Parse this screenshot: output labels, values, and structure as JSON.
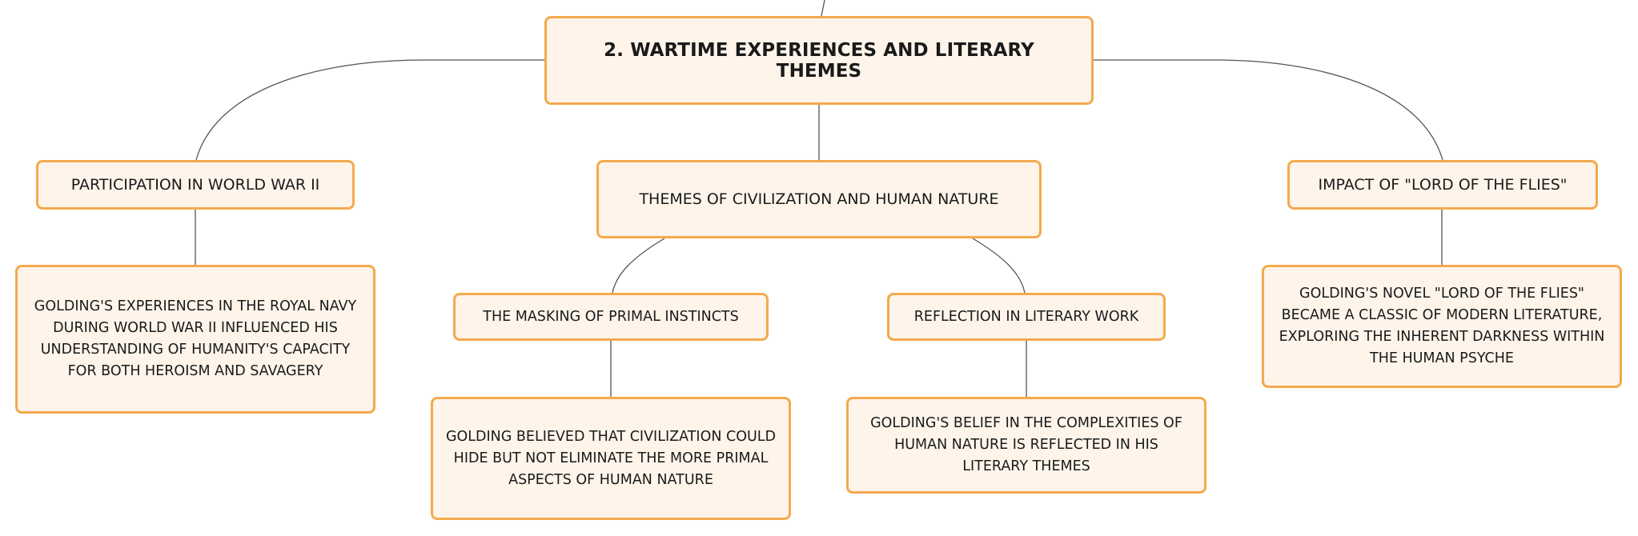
{
  "diagram": {
    "root": {
      "title": "2. WARTIME EXPERIENCES AND LITERARY THEMES"
    },
    "branches": {
      "ww2": {
        "label": "PARTICIPATION IN WORLD WAR II",
        "detail": "GOLDING'S EXPERIENCES IN THE ROYAL NAVY DURING WORLD WAR II INFLUENCED HIS UNDERSTANDING OF HUMANITY'S CAPACITY FOR BOTH HEROISM AND SAVAGERY"
      },
      "themes": {
        "label": "THEMES OF CIVILIZATION AND HUMAN NATURE",
        "masking": {
          "label": "THE MASKING OF PRIMAL INSTINCTS",
          "detail": "GOLDING BELIEVED THAT CIVILIZATION COULD HIDE BUT NOT ELIMINATE THE MORE PRIMAL ASPECTS OF HUMAN NATURE"
        },
        "reflection": {
          "label": "REFLECTION IN LITERARY WORK",
          "detail": "GOLDING'S BELIEF IN THE COMPLEXITIES OF HUMAN NATURE IS REFLECTED IN HIS LITERARY THEMES"
        }
      },
      "impact": {
        "label": "IMPACT OF \"LORD OF THE FLIES\"",
        "detail": "GOLDING'S NOVEL \"LORD OF THE FLIES\" BECAME A CLASSIC OF MODERN LITERATURE, EXPLORING THE INHERENT DARKNESS WITHIN THE HUMAN PSYCHE"
      }
    },
    "colors": {
      "node_fill": "#fef4ea",
      "node_border": "#f4aa4e",
      "connector": "#555555",
      "text": "#1a1a1a"
    }
  }
}
